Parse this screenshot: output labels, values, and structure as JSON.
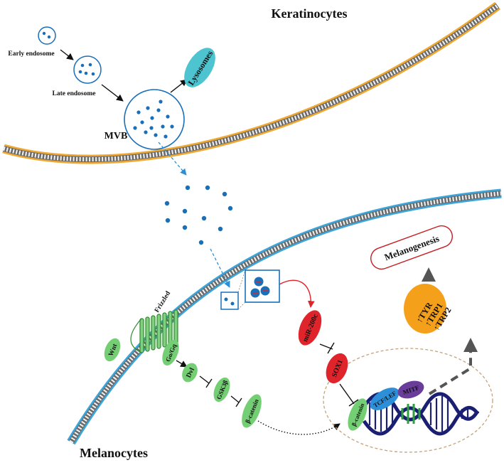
{
  "title_top": "Keratinocytes",
  "title_bottom": "Melanocytes",
  "endosomes": {
    "early": "Early endosome",
    "late": "Late endosome",
    "mvb": "MVB",
    "lysosomes": "Lysosomes"
  },
  "receptor": {
    "frizzled": "Frizzled",
    "wnt": "Wnt",
    "gprotein": "Go/Gq"
  },
  "pathway": {
    "dvl": "Dvl",
    "gsk3b": "GSK3β",
    "bcatenin_cyto": "β-catenin",
    "mir": "miR-200c",
    "sox1": "SOX1",
    "bcatenin_nuc": "β-catenin",
    "tcf": "TCF/LEF",
    "mitf": "MITF",
    "genes": [
      "↑TYR",
      "↑TRP1",
      "↑TRP2"
    ],
    "melanogenesis": "Melanogenesis"
  },
  "colors": {
    "membrane_keratinocyte": "#f0a830",
    "membrane_melanocyte": "#3aa6dc",
    "dot_blue": "#1a6fb8",
    "lysosome": "#4dc4cf",
    "green_node": "#74cf74",
    "red_node": "#e0242b",
    "orange_node": "#f5a01a",
    "tcf_blue": "#2d8fd8",
    "mitf_purple": "#6a3d9a",
    "dna_navy": "#1a1f73",
    "nucleus_border": "#c4a27c"
  },
  "icons": [
    "vesicle-dot-icon",
    "inhibition-bar-icon",
    "arrow-icon",
    "dna-helix-icon"
  ]
}
